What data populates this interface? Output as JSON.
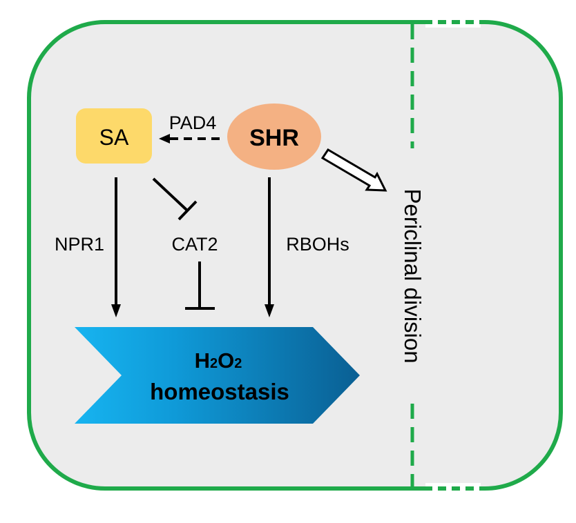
{
  "nodes": {
    "sa": "SA",
    "shr": "SHR",
    "h2o2_prefix": "H",
    "h2o2_sub1": "2",
    "h2o2_mid": "O",
    "h2o2_sub2": "2",
    "homeostasis": "homeostasis",
    "periclinal": "Periclinal division"
  },
  "edge_labels": {
    "pad4": "PAD4",
    "npr1": "NPR1",
    "cat2": "CAT2",
    "rbohs": "RBOHs"
  },
  "colors": {
    "cell_border": "#1faa4a",
    "cell_fill": "#ececec",
    "sa_fill": "#fdd96a",
    "shr_fill": "#f4b183",
    "arrow_dark": "#000000",
    "chevron_start": "#17b4f0",
    "chevron_end": "#0a5f93"
  }
}
